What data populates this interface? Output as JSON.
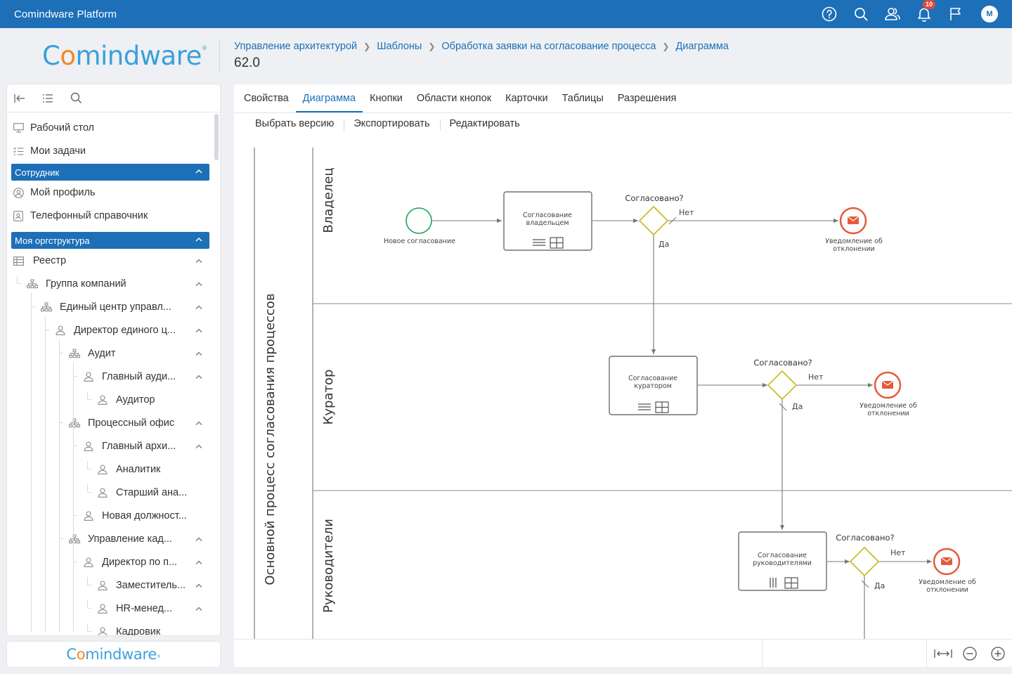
{
  "app": {
    "title": "Comindware Platform"
  },
  "topbar": {
    "icons": [
      "help-icon",
      "search-icon",
      "users-icon",
      "bell-icon",
      "flag-icon"
    ],
    "notifications_count": "10",
    "avatar_letter": "M"
  },
  "logo": {
    "text_pre": "C",
    "text_o": "o",
    "text_post": "mindware",
    "reg": "®"
  },
  "breadcrumb": {
    "items": [
      "Управление архитектурой",
      "Шаблоны",
      "Обработка заявки на согласование процесса",
      "Диаграмма"
    ]
  },
  "page": {
    "title": "62.0"
  },
  "sidebar": {
    "tool_icons": [
      "collapse-left-icon",
      "list-icon",
      "search-icon"
    ],
    "top_items": [
      "Рабочий стол",
      "Мои задачи"
    ],
    "section_employee": "Сотрудник",
    "employee_items": [
      "Мой профиль",
      "Телефонный справочник"
    ],
    "section_org": "Моя оргструктура",
    "tree": [
      {
        "label": "Реестр",
        "icon": "table-icon",
        "depth": 0,
        "chevron": true
      },
      {
        "label": "Группа компаний",
        "icon": "org-icon",
        "depth": 1,
        "chevron": true
      },
      {
        "label": "Единый центр управл...",
        "icon": "org-icon",
        "depth": 2,
        "chevron": true
      },
      {
        "label": "Директор единого ц...",
        "icon": "person-icon",
        "depth": 3,
        "chevron": true
      },
      {
        "label": "Аудит",
        "icon": "org-icon",
        "depth": 4,
        "chevron": true
      },
      {
        "label": "Главный ауди...",
        "icon": "person-icon",
        "depth": 5,
        "chevron": true
      },
      {
        "label": "Аудитор",
        "icon": "person-icon",
        "depth": 6,
        "chevron": false
      },
      {
        "label": "Процессный офис",
        "icon": "org-icon",
        "depth": 4,
        "chevron": true
      },
      {
        "label": "Главный архи...",
        "icon": "person-icon",
        "depth": 5,
        "chevron": true
      },
      {
        "label": "Аналитик",
        "icon": "person-icon",
        "depth": 6,
        "chevron": false
      },
      {
        "label": "Старший ана...",
        "icon": "person-icon",
        "depth": 6,
        "chevron": false
      },
      {
        "label": "Новая должност...",
        "icon": "person-icon",
        "depth": 5,
        "chevron": false
      },
      {
        "label": "Управление кад...",
        "icon": "org-icon",
        "depth": 4,
        "chevron": true
      },
      {
        "label": "Директор по п...",
        "icon": "person-icon",
        "depth": 5,
        "chevron": true
      },
      {
        "label": "Заместитель...",
        "icon": "person-icon",
        "depth": 6,
        "chevron": true
      },
      {
        "label": "HR-менед...",
        "icon": "person-icon",
        "depth": 6,
        "chevron": true
      },
      {
        "label": "Кадровик",
        "icon": "person-icon",
        "depth": 6,
        "chevron": false
      }
    ]
  },
  "tabs": [
    "Свойства",
    "Диаграмма",
    "Кнопки",
    "Области кнопок",
    "Карточки",
    "Таблицы",
    "Разрешения"
  ],
  "active_tab": "Диаграмма",
  "actions": [
    "Выбрать версию",
    "Экспортировать",
    "Редактировать"
  ],
  "diagram": {
    "pool": "Основной процесс согласования процессов",
    "lanes": [
      "Владелец",
      "Куратор",
      "Руководители"
    ],
    "start_event": "Новое согласование",
    "tasks": [
      "Согласование владельцем",
      "Согласование куратором",
      "Согласование руководителями"
    ],
    "gateway_label": "Согласовано?",
    "yes_label": "Да",
    "no_label": "Нет",
    "end_event_lines": [
      "Уведомление об",
      "отклонении"
    ],
    "colors": {
      "start": "#1aa260",
      "gateway": "#c9b81d",
      "end": "#e45a3b",
      "flow": "#777777"
    }
  },
  "zoom_icons": [
    "fit-width-icon",
    "zoom-out-icon",
    "zoom-in-icon"
  ],
  "colors": {
    "brand": "#1d6fb8",
    "logo_blue": "#39a0dc",
    "logo_orange": "#f08a24"
  }
}
